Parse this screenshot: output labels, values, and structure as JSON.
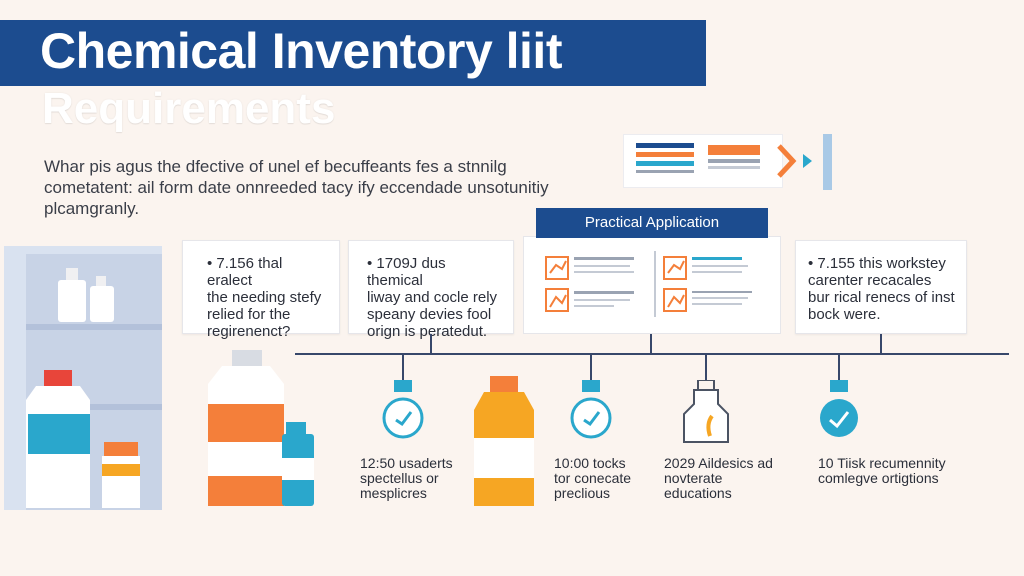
{
  "header": {
    "title": "Chemical Inventory liit",
    "subtitle": "Requirements",
    "intro": "Whar pis agus the dfective of unel ef becuffeants fes a stnnilg cometatent: ail form date onnreeded tacy ify eccendade unsotunitiy plcamgranly."
  },
  "practical": {
    "title": "Practical Application"
  },
  "cards": [
    {
      "text": "• 7.156 thal eralect\nthe needing stefy\nrelied for the\nregirenenct?"
    },
    {
      "text": "• 1709J dus themical\nliway and cocle rely\nspeany devies fool\norign is peratedut."
    },
    {
      "text": "• 7.155 this workstey\ncarenter recacales\nbur rical renecs of inst\nbock were."
    }
  ],
  "captions": [
    {
      "text": "12:50 usaderts\nspectellus or\nmesplicres"
    },
    {
      "text": "10:00 tocks\ntor conecate\npreclious"
    },
    {
      "text": "2029 Aildesics ad\nnovterate\neducations"
    },
    {
      "text": "10 Tiisk recumennity\ncomlegve ortigtions"
    }
  ],
  "colors": {
    "primary": "#1c4c8f",
    "orange": "#f47f3a",
    "teal": "#2aa7cc",
    "amber": "#f6a623",
    "red": "#e8453a",
    "shelf": "#c8d3e6"
  },
  "icons": [
    "bottle-icon",
    "flask-icon",
    "stopwatch-icon",
    "chart-icon",
    "arrow-right-icon"
  ]
}
